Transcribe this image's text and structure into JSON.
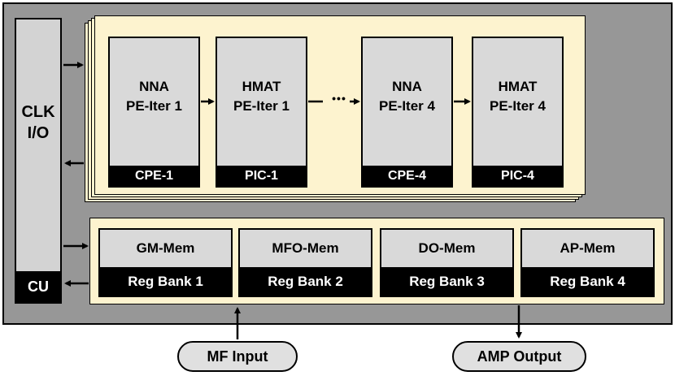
{
  "control_unit": {
    "line1": "CLK",
    "line2": "I/O",
    "label": "CU"
  },
  "pe_stack": {
    "ellipsis": "•••",
    "engines": [
      {
        "line1": "NNA",
        "line2": "PE-Iter 1",
        "label": "CPE-1"
      },
      {
        "line1": "HMAT",
        "line2": "PE-Iter 1",
        "label": "PIC-1"
      },
      {
        "line1": "NNA",
        "line2": "PE-Iter 4",
        "label": "CPE-4"
      },
      {
        "line1": "HMAT",
        "line2": "PE-Iter 4",
        "label": "PIC-4"
      }
    ]
  },
  "memory": {
    "blocks": [
      {
        "name": "GM-Mem",
        "bank": "Reg Bank 1"
      },
      {
        "name": "MFO-Mem",
        "bank": "Reg Bank 2"
      },
      {
        "name": "DO-Mem",
        "bank": "Reg Bank 3"
      },
      {
        "name": "AP-Mem",
        "bank": "Reg Bank 4"
      }
    ]
  },
  "io": {
    "input": "MF Input",
    "output": "AMP Output"
  },
  "colors": {
    "chip_background": "#979797",
    "panel_background": "#fdf3cf",
    "block_background": "#d9d9d9",
    "label_bar": "#000000",
    "label_text": "#ffffff"
  }
}
